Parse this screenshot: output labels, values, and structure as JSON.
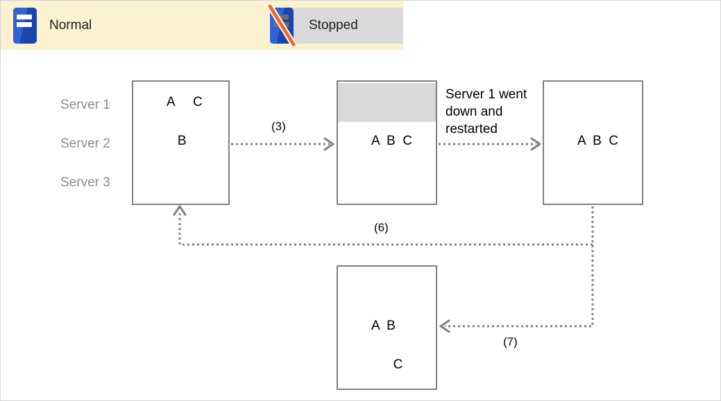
{
  "legend": {
    "items": [
      {
        "label": "Normal",
        "icon": "server-icon",
        "state": "normal"
      },
      {
        "label": "Stopped",
        "icon": "server-stopped-icon",
        "state": "stopped"
      }
    ]
  },
  "side_labels": [
    {
      "label": "Server 1"
    },
    {
      "label": "Server 2"
    },
    {
      "label": "Server 3"
    }
  ],
  "boxes": [
    {
      "name": "state-initial",
      "rows": [
        {
          "state": "normal",
          "letters": "A     C"
        },
        {
          "state": "normal",
          "letters": "   B"
        },
        {
          "state": "normal",
          "letters": ""
        }
      ]
    },
    {
      "name": "state-server1-down",
      "rows": [
        {
          "state": "stopped",
          "letters": ""
        },
        {
          "state": "normal",
          "letters": "A  B  C"
        },
        {
          "state": "normal",
          "letters": ""
        }
      ]
    },
    {
      "name": "state-server1-restarted",
      "rows": [
        {
          "state": "normal",
          "letters": ""
        },
        {
          "state": "normal",
          "letters": "A  B  C"
        },
        {
          "state": "normal",
          "letters": ""
        }
      ]
    },
    {
      "name": "state-rebalanced",
      "rows": [
        {
          "state": "normal",
          "letters": ""
        },
        {
          "state": "normal",
          "letters": "A  B"
        },
        {
          "state": "normal",
          "letters": "      C"
        }
      ]
    }
  ],
  "annotation": {
    "text": "Server 1 went\ndown and\nrestarted"
  },
  "connectors": [
    {
      "name": "connector-3",
      "label": "(3)"
    },
    {
      "name": "connector-6",
      "label": "(6)"
    },
    {
      "name": "connector-7",
      "label": "(7)"
    }
  ],
  "colors": {
    "legend_band": "#fdf2cf",
    "stopped_chip": "#d9d9d9",
    "server_blue_dark": "#1b44ad",
    "server_blue_light": "#2f63d4",
    "slash_orange": "#f26a21",
    "box_border": "#808080",
    "side_label": "#8c8c8c",
    "wire": "#808080"
  }
}
